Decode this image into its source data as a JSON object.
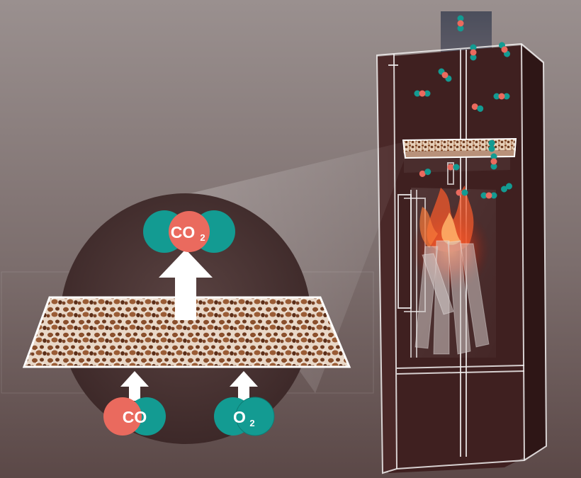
{
  "molecules": {
    "co2": {
      "main": "CO",
      "sub": "2"
    },
    "co": {
      "main": "CO"
    },
    "o2": {
      "main": "O",
      "sub": "2"
    }
  },
  "colors": {
    "teal": "#139b92",
    "red": "#ea6a5e",
    "stove_body": "#3f2020",
    "stove_outline": "#f1eeee",
    "background_top": "#8f8684",
    "background_bottom": "#5f4c4b",
    "arrow": "#ffffff"
  },
  "icons": {
    "flow_arrows": "up-arrow-icon",
    "flames": "flame-icon",
    "filter": "porous-ceramic-filter"
  }
}
